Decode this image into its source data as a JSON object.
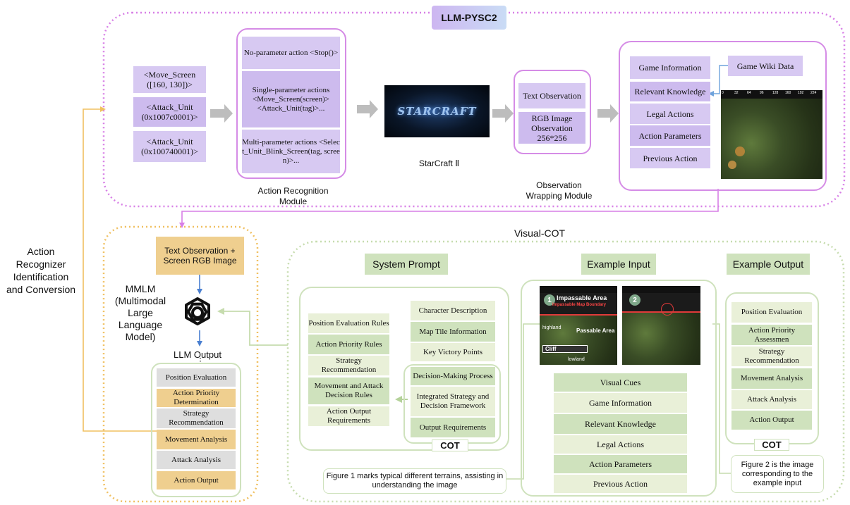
{
  "title": "LLM-PYSC2",
  "left_label": "Action Recognizer Identification and Conversion",
  "actions": [
    "<Move_Screen ([160, 130])>",
    "<Attack_Unit (0x1007c0001)>",
    "<Attack_Unit (0x100740001)>"
  ],
  "arm": {
    "no_param": "No-parameter action <Stop()>",
    "single_param": "Single-parameter actions <Move_Screen(screen)> <Attack_Unit(tag)>...",
    "multi_param": "Multi-parameter actions <Select_Unit_Blink_Screen(tag, screen)>...",
    "label": "Action Recognition Module"
  },
  "starcraft": {
    "logo": "STARCRAFT",
    "caption": "StarCraft Ⅱ"
  },
  "obs_wrap": {
    "text_obs": "Text Observation",
    "rgb_obs": "RGB Image Observation 256*256",
    "label": "Observation Wrapping Module"
  },
  "info_list": [
    "Game Information",
    "Relevant Knowledge",
    "Legal Actions",
    "Action Parameters",
    "Previous Action"
  ],
  "wiki": "Game Wiki Data",
  "grid_ticks": [
    "0",
    "32",
    "64",
    "96",
    "128",
    "160",
    "192",
    "224"
  ],
  "mmlm": {
    "input": "Text Observation + Screen RGB Image",
    "label": "MMLM (Multimodal Large Language Model)",
    "output_label": "LLM Output",
    "dots": "⋮",
    "outputs": [
      "Position Evaluation",
      "Action Priority Determination",
      "Strategy Recommendation",
      "Movement Analysis",
      "Attack Analysis",
      "Action Output"
    ]
  },
  "visual_cot": {
    "title": "Visual-COT",
    "system_prompt": "System Prompt",
    "example_input": "Example Input",
    "example_output": "Example Output",
    "rules": [
      "Position Evaluation Rules",
      "Action Priority Rules",
      "Strategy Recommendation",
      "Movement and Attack Decision Rules",
      "Action Output Requirements"
    ],
    "prompt_items": [
      "Character Description",
      "Map Tile Information",
      "Key Victory Points"
    ],
    "cot_items": [
      "Decision-Making Process",
      "Integrated Strategy and Decision Framework",
      "Output Requirements"
    ],
    "cot": "COT",
    "map_labels": {
      "impassable": "Impassable Area",
      "boundary": "Impassable Map Boundary",
      "passable": "Passable Area",
      "highland": "highland",
      "cliff": "Cliff",
      "lowland": "lowland",
      "n1": "1",
      "n2": "2"
    },
    "input_items": [
      "Visual Cues",
      "Game Information",
      "Relevant Knowledge",
      "Legal Actions",
      "Action Parameters",
      "Previous Action"
    ],
    "output_items": [
      "Position Evaluation",
      "Action Priority Assessmen",
      "Strategy Recommendation",
      "Movement Analysis",
      "Attack Analysis",
      "Action Output"
    ],
    "output_cot": "COT",
    "note1": "Figure 1 marks typical different terrains, assisting in understanding the image",
    "note2": "Figure 2 is the image corresponding to the example input"
  },
  "colors": {
    "lavender": "#d7c9f2",
    "purple_border": "#d77fe6",
    "orange_border": "#f0c060",
    "green_border": "#c6dcae"
  }
}
